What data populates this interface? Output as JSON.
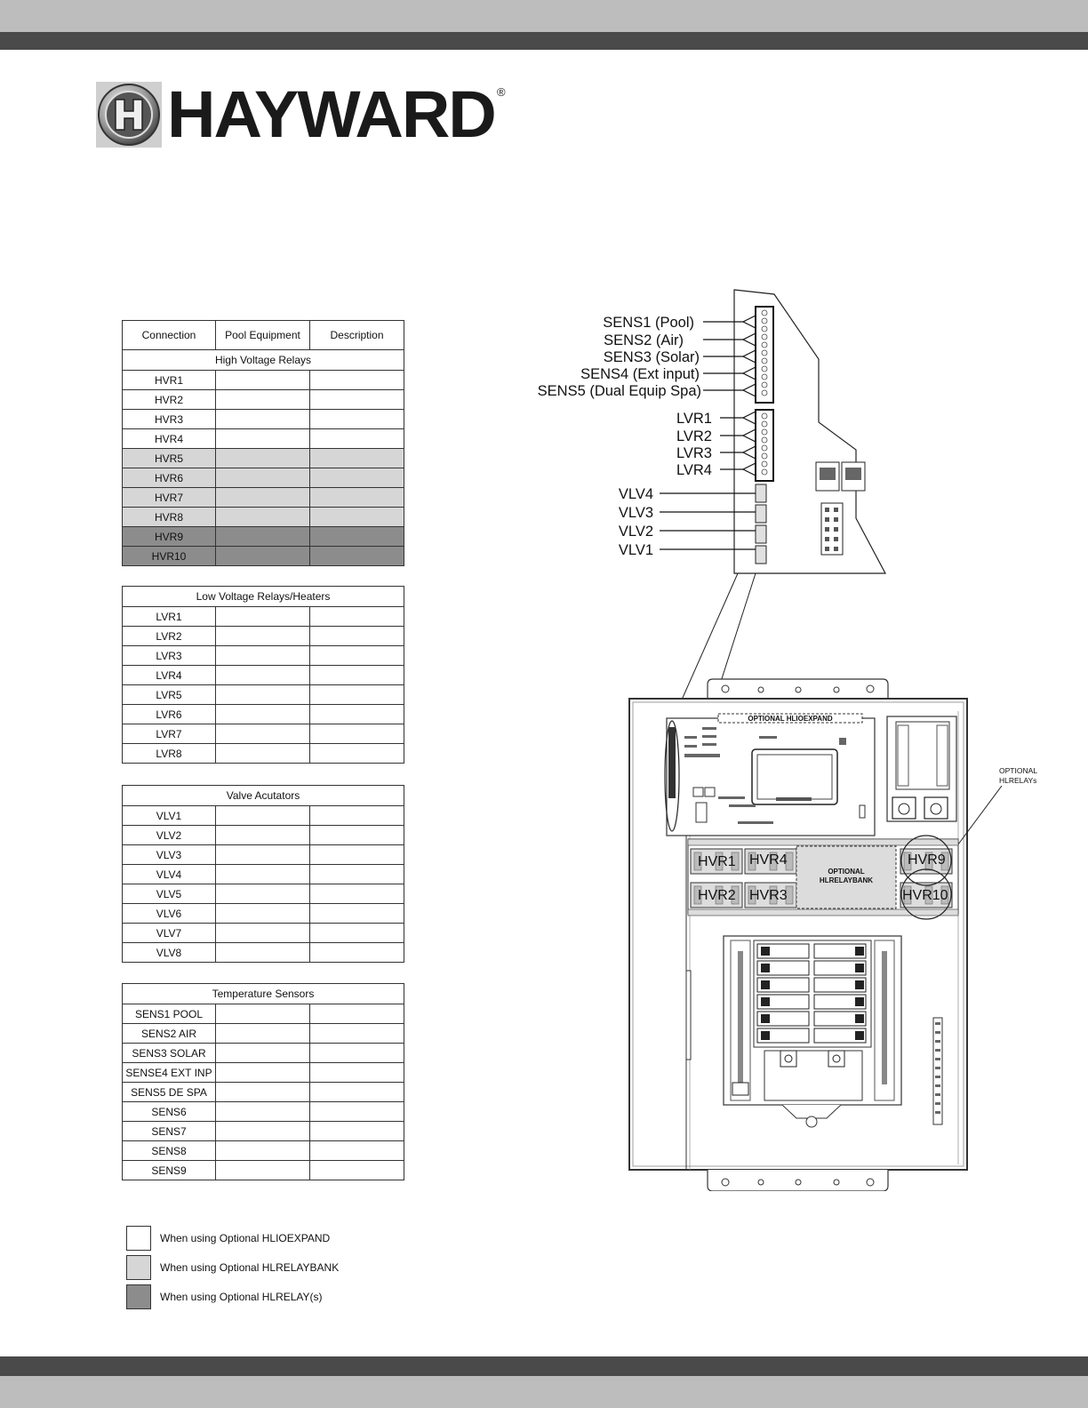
{
  "brand": {
    "name": "HAYWARD",
    "reg": "®"
  },
  "table": {
    "headers": {
      "connection": "Connection",
      "equipment": "Pool Equipment",
      "description": "Description"
    },
    "high_voltage": {
      "title": "High Voltage Relays",
      "rows": [
        "HVR1",
        "HVR2",
        "HVR3",
        "HVR4",
        "HVR5",
        "HVR6",
        "HVR7",
        "HVR8",
        "HVR9",
        "HVR10"
      ]
    },
    "low_voltage": {
      "title": "Low Voltage Relays/Heaters",
      "rows": [
        "LVR1",
        "LVR2",
        "LVR3",
        "LVR4",
        "LVR5",
        "LVR6",
        "LVR7",
        "LVR8"
      ]
    },
    "valves": {
      "title": "Valve Acutators",
      "rows": [
        "VLV1",
        "VLV2",
        "VLV3",
        "VLV4",
        "VLV5",
        "VLV6",
        "VLV7",
        "VLV8"
      ]
    },
    "sensors": {
      "title": "Temperature Sensors",
      "rows": [
        "SENS1 POOL",
        "SENS2 AIR",
        "SENS3 SOLAR",
        "SENSE4 EXT INP",
        "SENS5 DE SPA",
        "SENS6",
        "SENS7",
        "SENS8",
        "SENS9"
      ]
    }
  },
  "legend": [
    {
      "text": "When using Optional HLIOEXPAND",
      "color": "#ffffff"
    },
    {
      "text": "When using Optional HLRELAYBANK",
      "color": "#d6d6d6"
    },
    {
      "text": "When using Optional HLRELAY(s)",
      "color": "#8c8c8c"
    }
  ],
  "diagram": {
    "sensor_labels": [
      "SENS1 (Pool)",
      "SENS2 (Air)",
      "SENS3 (Solar)",
      "SENS4 (Ext input)",
      "SENS5 (Dual Equip Spa)"
    ],
    "lvr_labels": [
      "LVR1",
      "LVR2",
      "LVR3",
      "LVR4"
    ],
    "vlv_labels": [
      "VLV4",
      "VLV3",
      "VLV2",
      "VLV1"
    ],
    "optional_hlioexpand": "OPTIONAL  HLIOEXPAND",
    "optional_hlrelays_1": "OPTIONAL",
    "optional_hlrelays_2": "HLRELAYs",
    "relaybank_1": "OPTIONAL",
    "relaybank_2": "HLRELAYBANK",
    "hvr": {
      "hvr1": "HVR1",
      "hvr2": "HVR2",
      "hvr3": "HVR3",
      "hvr4": "HVR4",
      "hvr9": "HVR9",
      "hvr10": "HVR10"
    }
  }
}
